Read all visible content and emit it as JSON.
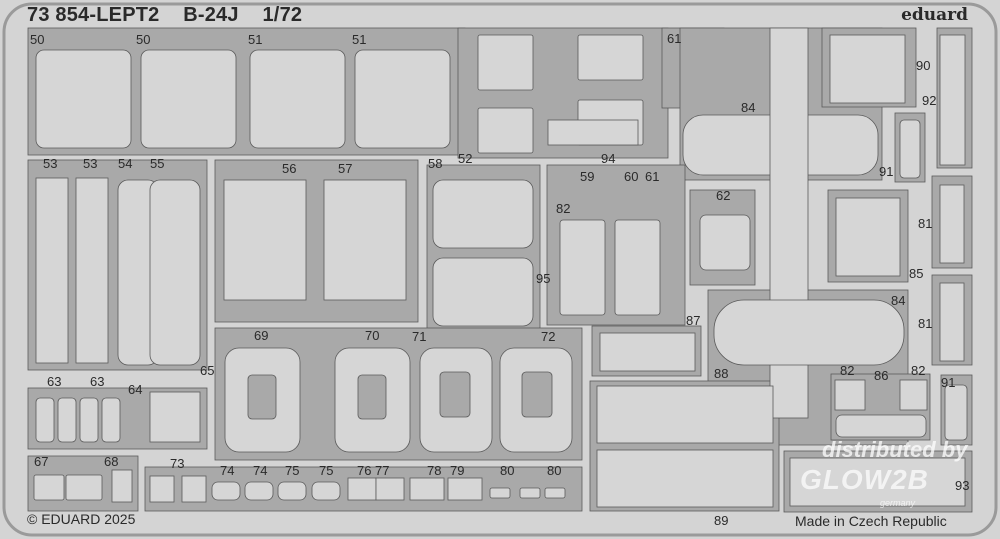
{
  "sheet": {
    "title_code": "73 854-LEPT2",
    "title_model": "B-24J",
    "title_scale": "1/72",
    "brand": "eduard",
    "copyright": "© EDUARD 2025",
    "origin": "Made in Czech Republic",
    "watermark": {
      "line1": "distributed by",
      "line2": "GLOW2B",
      "line3": "germany"
    }
  },
  "colors": {
    "fret": "#a9a9a9",
    "part": "#d6d6d6",
    "outline": "#5a5a5a",
    "sheet": "#d4d4d4"
  },
  "part_labels": [
    "50",
    "50",
    "51",
    "51",
    "53",
    "53",
    "54",
    "55",
    "56",
    "57",
    "58",
    "52",
    "94",
    "59",
    "60",
    "61",
    "61",
    "62",
    "84",
    "90",
    "92",
    "91",
    "81",
    "82",
    "95",
    "85",
    "84",
    "81",
    "87",
    "72",
    "69",
    "70",
    "71",
    "65",
    "63",
    "63",
    "64",
    "88",
    "82",
    "86",
    "82",
    "91",
    "67",
    "68",
    "73",
    "74",
    "74",
    "75",
    "75",
    "76",
    "77",
    "78",
    "79",
    "80",
    "80",
    "89",
    "93"
  ]
}
